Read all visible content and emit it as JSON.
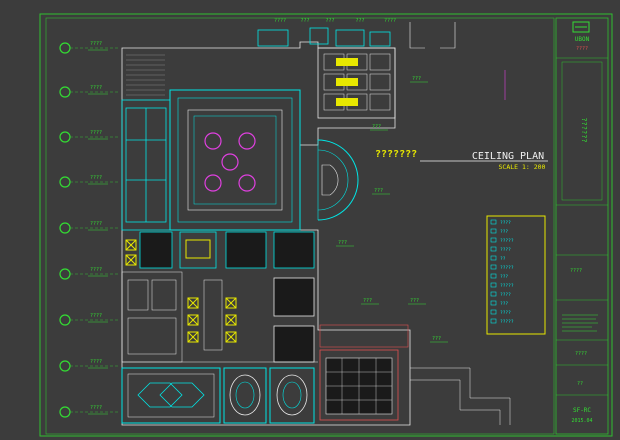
{
  "drawing": {
    "title": "CEILING  PLAN",
    "scale": "SCALE 1: 200",
    "question_label": "???????",
    "top_dims": [
      "????",
      "???",
      "???",
      "???",
      "????"
    ],
    "left_tags": [
      "????",
      "????",
      "????",
      "????",
      "????",
      "????",
      "????",
      "????",
      "????"
    ],
    "room_tags_right": [
      "???",
      "???",
      "???",
      "???",
      "???",
      "???",
      "???"
    ],
    "legend_items": [
      "????",
      "???",
      "?????",
      "????",
      "??",
      "?????",
      "???",
      "?????",
      "????",
      "???",
      "????",
      "?????"
    ]
  },
  "titleblock": {
    "logo_text": "UBON",
    "logo_sub": "????",
    "vertical_text": "??????",
    "field_1": "????",
    "field_2": "????",
    "field_3": "??",
    "code": "SF-RC",
    "date": "2015.04"
  },
  "colors": {
    "background": "#3c3c3c",
    "frame": "#2fbf2f",
    "cyan": "#00e5e5",
    "magenta": "#e040e0",
    "yellow": "#e8e800",
    "white": "#f0f0f0",
    "red": "#e05050",
    "grid_bubble": "#33dd33"
  }
}
